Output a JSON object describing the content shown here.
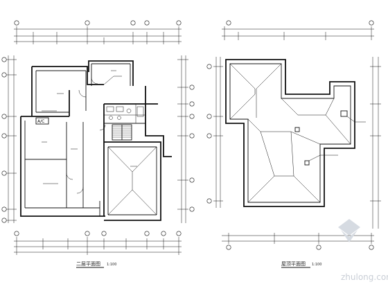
{
  "drawings": [
    {
      "id": "floor-plan",
      "title": "二层平面图",
      "scale": "1:100",
      "labels": {
        "ac": "A/C"
      }
    },
    {
      "id": "roof-plan",
      "title": "屋顶平面图",
      "scale": "1:100"
    }
  ],
  "watermark": {
    "brand": "zhulong.com",
    "icon": "zhulong-logo-icon"
  },
  "colors": {
    "lines": "#111111",
    "background": "#ffffff",
    "watermark": "#c9ced6"
  }
}
